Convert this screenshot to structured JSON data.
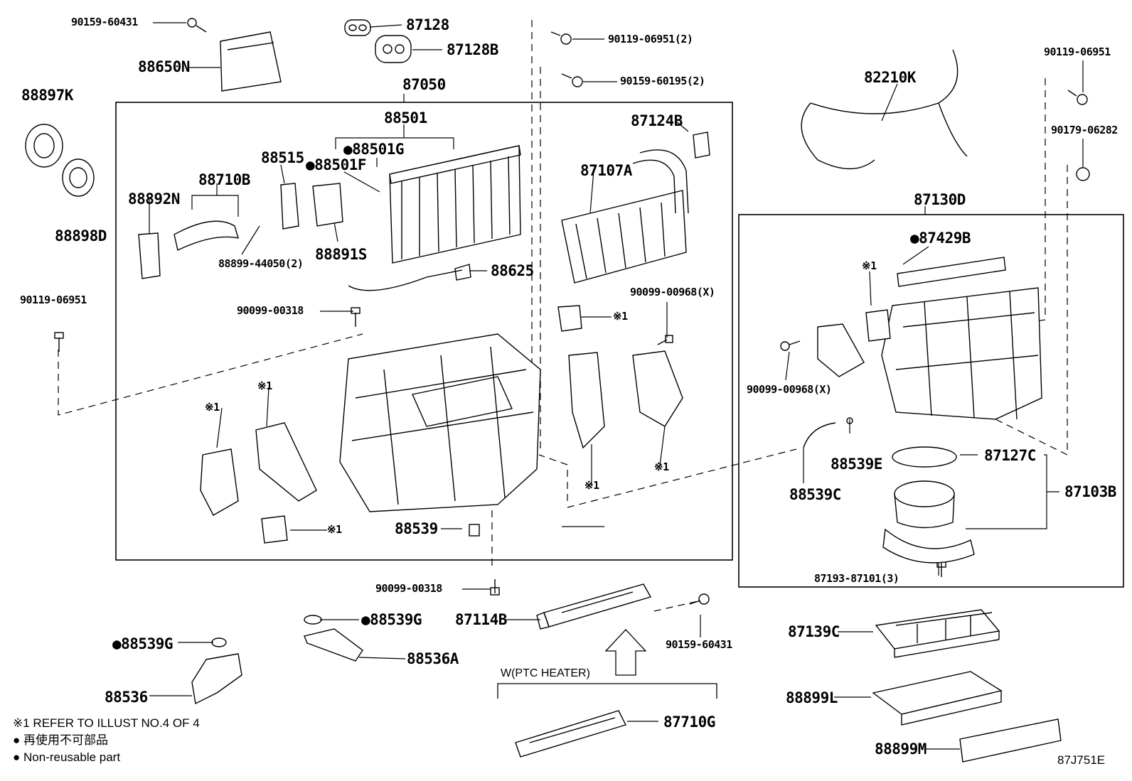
{
  "labels": {
    "p90159_60431_top": "90159-60431",
    "p88650N": "88650N",
    "p87128": "87128",
    "p87128B": "87128B",
    "p90119_06951_2": "90119-06951(2)",
    "p90159_60195_2": "90159-60195(2)",
    "p82210K": "82210K",
    "p90119_06951_r": "90119-06951",
    "p90179_06282": "90179-06282",
    "p88897K": "88897K",
    "p88898D": "88898D",
    "p87050": "87050",
    "p88501": "88501",
    "p88501G": "●88501G",
    "p88501F": "●88501F",
    "p88515": "88515",
    "p88710B": "88710B",
    "p88892N": "88892N",
    "p88899_44050": "88899-44050(2)",
    "p88891S": "88891S",
    "p88625": "88625",
    "p90099_00318_a": "90099-00318",
    "p90119_06951_l": "90119-06951",
    "p87124B": "87124B",
    "p87107A": "87107A",
    "p90099_00968_a": "90099-00968(X)",
    "p87130D": "87130D",
    "p87429B": "●87429B",
    "p90099_00968_b": "90099-00968(X)",
    "p88539E": "88539E",
    "p88539C": "88539C",
    "p87127C": "87127C",
    "p87103B": "87103B",
    "p87193_87101": "87193-87101(3)",
    "p88539": "88539",
    "p90099_00318_b": "90099-00318",
    "p88539G_a": "●88539G",
    "p87114B": "87114B",
    "p88536A": "88536A",
    "p90159_60431_b": "90159-60431",
    "p88539G_b": "●88539G",
    "p88536": "88536",
    "p87139C": "87139C",
    "p88899L": "88899L",
    "p88899M": "88899M",
    "p87710G": "87710G",
    "ref1": "※1",
    "ptc": "W(PTC HEATER)"
  },
  "notes": {
    "line1": "※1 REFER TO ILLUST NO.4 OF 4",
    "line2": "● 再使用不可部品",
    "line3": "● Non-reusable part"
  },
  "figure_id": "87J751E"
}
